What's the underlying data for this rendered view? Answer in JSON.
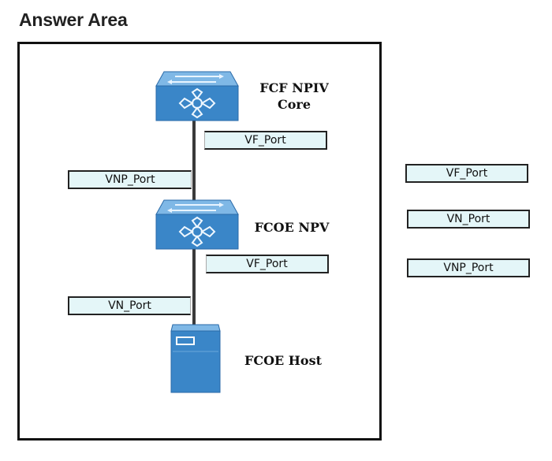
{
  "header": {
    "title": "Answer Area"
  },
  "diagram": {
    "devices": [
      {
        "id": "core",
        "label_line1": "FCF NPIV",
        "label_line2": "Core",
        "icon": "switch-icon"
      },
      {
        "id": "npv",
        "label_line1": "FCOE NPV",
        "icon": "switch-icon"
      },
      {
        "id": "host",
        "label_line1": "FCOE Host",
        "icon": "server-icon"
      }
    ],
    "placed_ports": [
      {
        "id": "core-down",
        "label": "VF_Port"
      },
      {
        "id": "npv-up",
        "label": "VNP_Port"
      },
      {
        "id": "npv-down",
        "label": "VF_Port"
      },
      {
        "id": "host-up",
        "label": "VN_Port"
      }
    ],
    "options": [
      {
        "label": "VF_Port"
      },
      {
        "label": "VN_Port"
      },
      {
        "label": "VNP_Port"
      }
    ]
  },
  "colors": {
    "device_blue": "#3a86c8",
    "device_top": "#7fb8e6",
    "port_fill": "#e4f6f8"
  }
}
